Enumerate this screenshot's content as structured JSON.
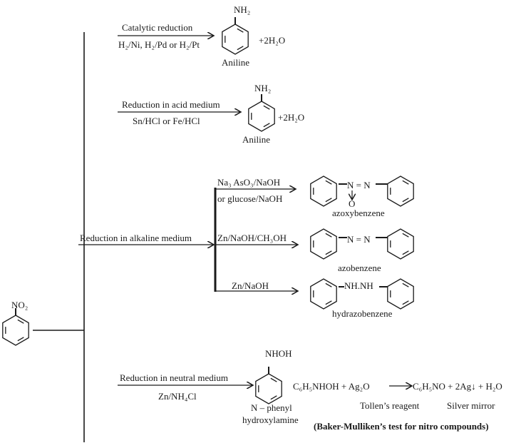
{
  "start": {
    "group": "NO₂"
  },
  "catalytic": {
    "condition": "Catalytic reduction",
    "reagents": "H₂/Ni, H₂/Pd or H₂/Pt",
    "group": "NH₂",
    "byproduct": "+2H₂O",
    "product": "Aniline"
  },
  "acid": {
    "condition": "Reduction in acid medium",
    "reagents": "Sn/HCl or Fe/HCl",
    "group": "NH₂",
    "byproduct": "+2H₂O",
    "product": "Aniline"
  },
  "alkaline": {
    "condition": "Reduction in alkaline medium",
    "branches": [
      {
        "reagent1": "Na₃ AsO₃/NaOH",
        "reagent2": "or glucose/NaOH",
        "link": "N = N",
        "oxygen": "O",
        "product": "azoxybenzene"
      },
      {
        "reagent1": "Zn/NaOH/CH₃OH",
        "link": "N = N",
        "product": "azobenzene"
      },
      {
        "reagent1": "Zn/NaOH",
        "link": "NH.NH",
        "product": "hydrazobenzene"
      }
    ]
  },
  "neutral": {
    "condition": "Reduction in neutral medium",
    "reagents": "Zn/NH₄Cl",
    "group": "NHOH",
    "product_line1": "N – phenyl",
    "product_line2": "hydroxylamine",
    "equation_left": "C₆H₅NHOH + Ag₂O",
    "equation_right": "C₆H₅NO + 2Ag↓ + H₂O",
    "reagent_label": "Tollen’s reagent",
    "result_label": "Silver mirror",
    "test_name": "(Baker-Mulliken’s test for nitro compounds)"
  }
}
